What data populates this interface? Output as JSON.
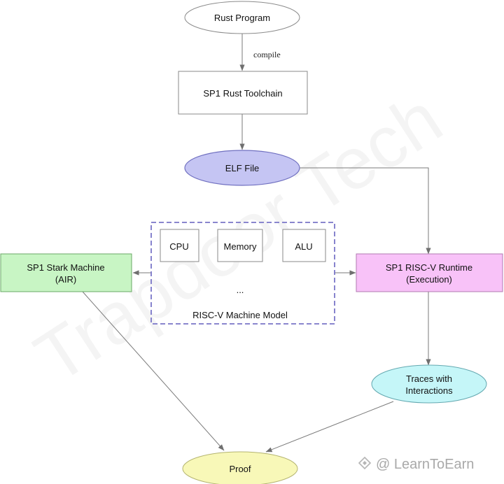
{
  "nodes": {
    "rust_program": "Rust Program",
    "toolchain": "SP1 Rust Toolchain",
    "elf_file": "ELF File",
    "cpu": "CPU",
    "memory": "Memory",
    "alu": "ALU",
    "ellipsis": "...",
    "machine_model": "RISC-V Machine Model",
    "stark_machine": [
      "SP1 Stark Machine",
      "(AIR)"
    ],
    "runtime": [
      "SP1 RISC-V Runtime",
      "(Execution)"
    ],
    "traces": [
      "Traces with",
      "Interactions"
    ],
    "proof": "Proof"
  },
  "edges": {
    "compile": "compile"
  },
  "colors": {
    "elf_fill": "#c5c5f3",
    "elf_stroke": "#7070c0",
    "stark_fill": "#c8f5c4",
    "stark_stroke": "#6aa866",
    "runtime_fill": "#f8c2f8",
    "runtime_stroke": "#b07ab0",
    "traces_fill": "#c5f6f8",
    "traces_stroke": "#64a8b0",
    "proof_fill": "#f8f8b8",
    "proof_stroke": "#b4b470",
    "dashed_border": "#7a76c8"
  },
  "watermarks": {
    "diagonal": "Trapdoor Tech",
    "corner": "@ LearnToEarn"
  }
}
